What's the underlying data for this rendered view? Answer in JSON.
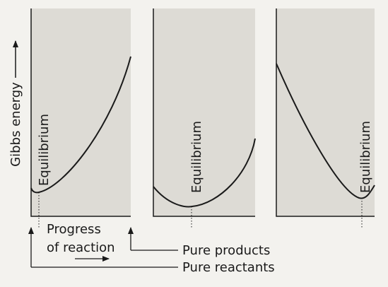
{
  "ylabel": "Gibbs energy",
  "panel_label": "Equilibrium",
  "progress_label_line1": "Progress",
  "progress_label_line2": "of reaction",
  "pure_products": "Pure products",
  "pure_reactants": "Pure reactants",
  "colors": {
    "panel_fill": "#dddbd5",
    "axis": "#1a1a1a",
    "curve": "#1a1a1a",
    "background": "#f3f2ee"
  },
  "panels": [
    {
      "equilibrium_position": 0.07,
      "equilibrium_energy": 0.13
    },
    {
      "equilibrium_position": 0.39,
      "equilibrium_energy": 0.06
    },
    {
      "equilibrium_position": 0.88,
      "equilibrium_energy": 0.1
    }
  ]
}
